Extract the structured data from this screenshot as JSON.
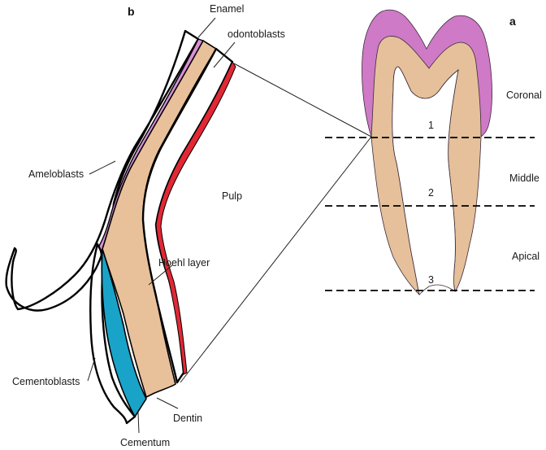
{
  "figure": {
    "panel_a_label": "a",
    "panel_b_label": "b",
    "panel_b_labels": {
      "enamel": "Enamel",
      "odontoblasts": "odontoblasts",
      "ameloblasts": "Ameloblasts",
      "pulp": "Pulp",
      "hoehl_layer": "Hoehl layer",
      "cementoblasts": "Cementoblasts",
      "dentin": "Dentin",
      "cementum": "Cementum"
    },
    "panel_a_regions": {
      "coronal": "Coronal",
      "middle": "Middle",
      "apical": "Apical"
    },
    "panel_a_levels": [
      "1",
      "2",
      "3"
    ]
  },
  "colors": {
    "ameloblasts": "#9b23b5",
    "enamel_thin": "#d98fd6",
    "dentin": "#e8c09a",
    "odontoblasts": "#8f1d14",
    "hoehl_layer": "#e12835",
    "cementoblasts": "#3a4aa8",
    "cementum": "#1aa3c8",
    "tooth_enamel": "#cf7ac6",
    "tooth_dentin": "#e5c09a"
  }
}
